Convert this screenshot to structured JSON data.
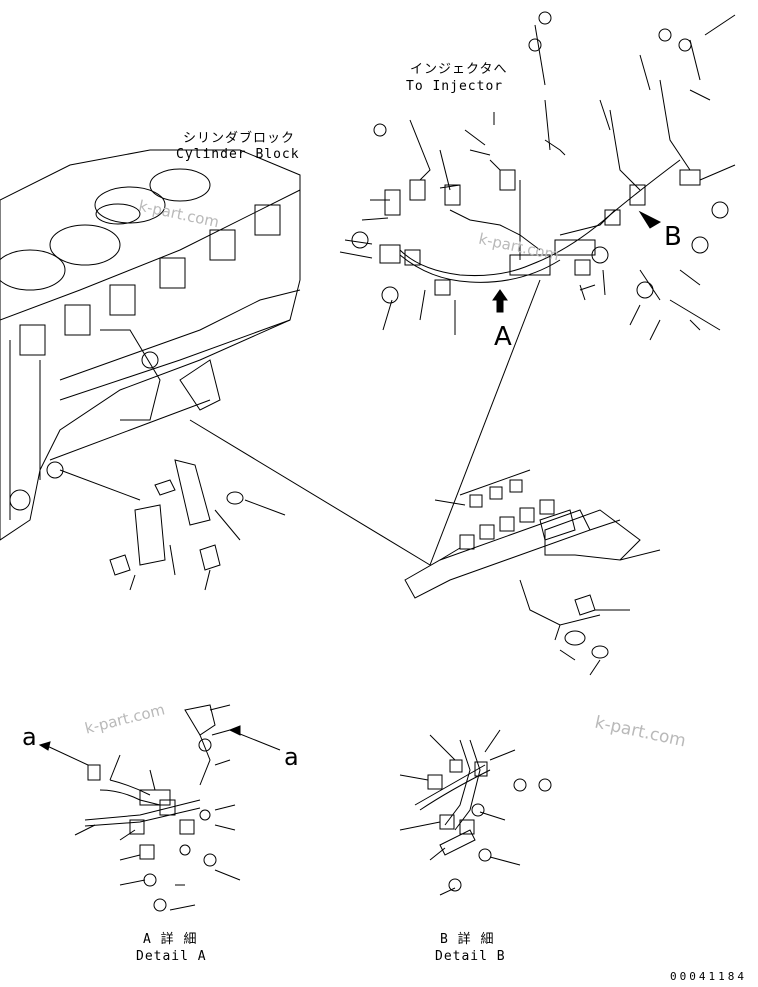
{
  "labels": {
    "cylinder_block_jp": "シリンダブロック",
    "cylinder_block_en": "Cylinder Block",
    "injector_jp": "インジェクタへ",
    "injector_en": "To Injector",
    "view_a": "A",
    "view_b": "B",
    "detail_a_jp": "A 詳 細",
    "detail_a_en": "Detail A",
    "detail_b_jp": "B 詳 細",
    "detail_b_en": "Detail B",
    "small_a_left": "a",
    "small_a_right": "a"
  },
  "watermarks": [
    "k-part.com",
    "k-part.com",
    "k-part.com",
    "k-part.com"
  ],
  "document_number": "00041184"
}
